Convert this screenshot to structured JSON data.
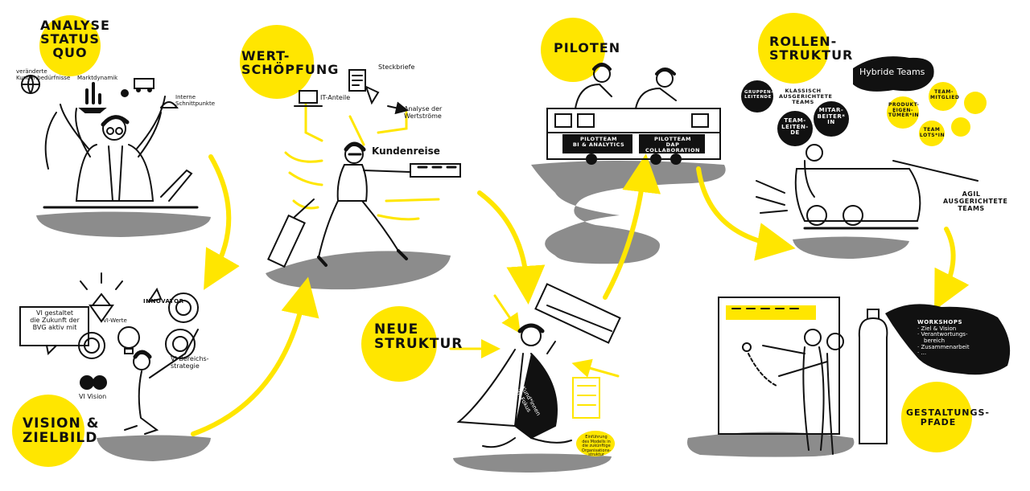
{
  "colors": {
    "accent": "#FFE600",
    "ground": "#8C8C8C",
    "ink": "#111111",
    "paper": "#FFFFFF"
  },
  "stations": {
    "analyse": {
      "line1": "Analyse",
      "line2": "Status",
      "line3": "Quo",
      "notes": {
        "kunden": "veränderte Kundenbedürfnisse",
        "markt": "Marktdynamik",
        "schnitt": "Interne Schnittpunkte"
      }
    },
    "wert": {
      "line1": "Wert-",
      "line2": "schöpfung",
      "notes": {
        "steck": "Steckbriefe",
        "anteile": "IT-Anteile",
        "analyse1": "Analyse der",
        "analyse2": "Wertströme",
        "kundenreise": "Kundenreise"
      }
    },
    "neue": {
      "line1": "Neue",
      "line2": "Struktur",
      "notes": {
        "kunde": "Kund*innen im Fokus",
        "einf1": "Einführung",
        "einf2": "des Modells in",
        "einf3": "die zukünftige",
        "einf4": "Organisations-",
        "einf5": "struktur"
      }
    },
    "piloten": {
      "line1": "Piloten",
      "notes": {
        "p1a": "Pilotteam",
        "p1b": "BI & Analytics",
        "p2a": "Pilotteam",
        "p2b": "DAP Collaboration"
      }
    },
    "rollen": {
      "line1": "Rollen-",
      "line2": "struktur",
      "notes": {
        "hybride": "Hybride Teams",
        "gruppen1": "Gruppen-",
        "gruppen2": "leitende",
        "klass1": "Klassisch",
        "klass2": "ausgerichtete",
        "klass3": "Teams",
        "tl1": "Team-",
        "tl2": "leiten-",
        "tl3": "de",
        "ma1": "Mitar-",
        "ma2": "beiter*",
        "ma3": "in",
        "po1": "Produkt-",
        "po2": "eigen-",
        "po3": "tümer*in",
        "tm1": "Team-",
        "tm2": "mitglied",
        "lotse1": "Team",
        "lotse2": "Lots*in",
        "agil1": "Agil",
        "agil2": "ausgerichtete",
        "agil3": "Teams"
      }
    },
    "vision": {
      "line1": "Vision &",
      "line2": "Zielbild",
      "notes": {
        "vi1": "VI gestaltet",
        "vi2": "die Zukunft der",
        "vi3": "BVG aktiv mit",
        "werte": "VI-Werte",
        "innovator": "Innovator",
        "bereich1": "VI Bereichs-",
        "bereich2": "strategie",
        "vivision": "VI Vision"
      }
    },
    "gestaltung": {
      "line1": "Gestaltungs-",
      "line2": "pfade",
      "notes": {
        "ws": "Workshops",
        "b1": "· Ziel & Vision",
        "b2": "· Verantwortungs-",
        "b3": "bereich",
        "b4": "· Zusammenarbeit",
        "b5": "· ..."
      }
    }
  }
}
